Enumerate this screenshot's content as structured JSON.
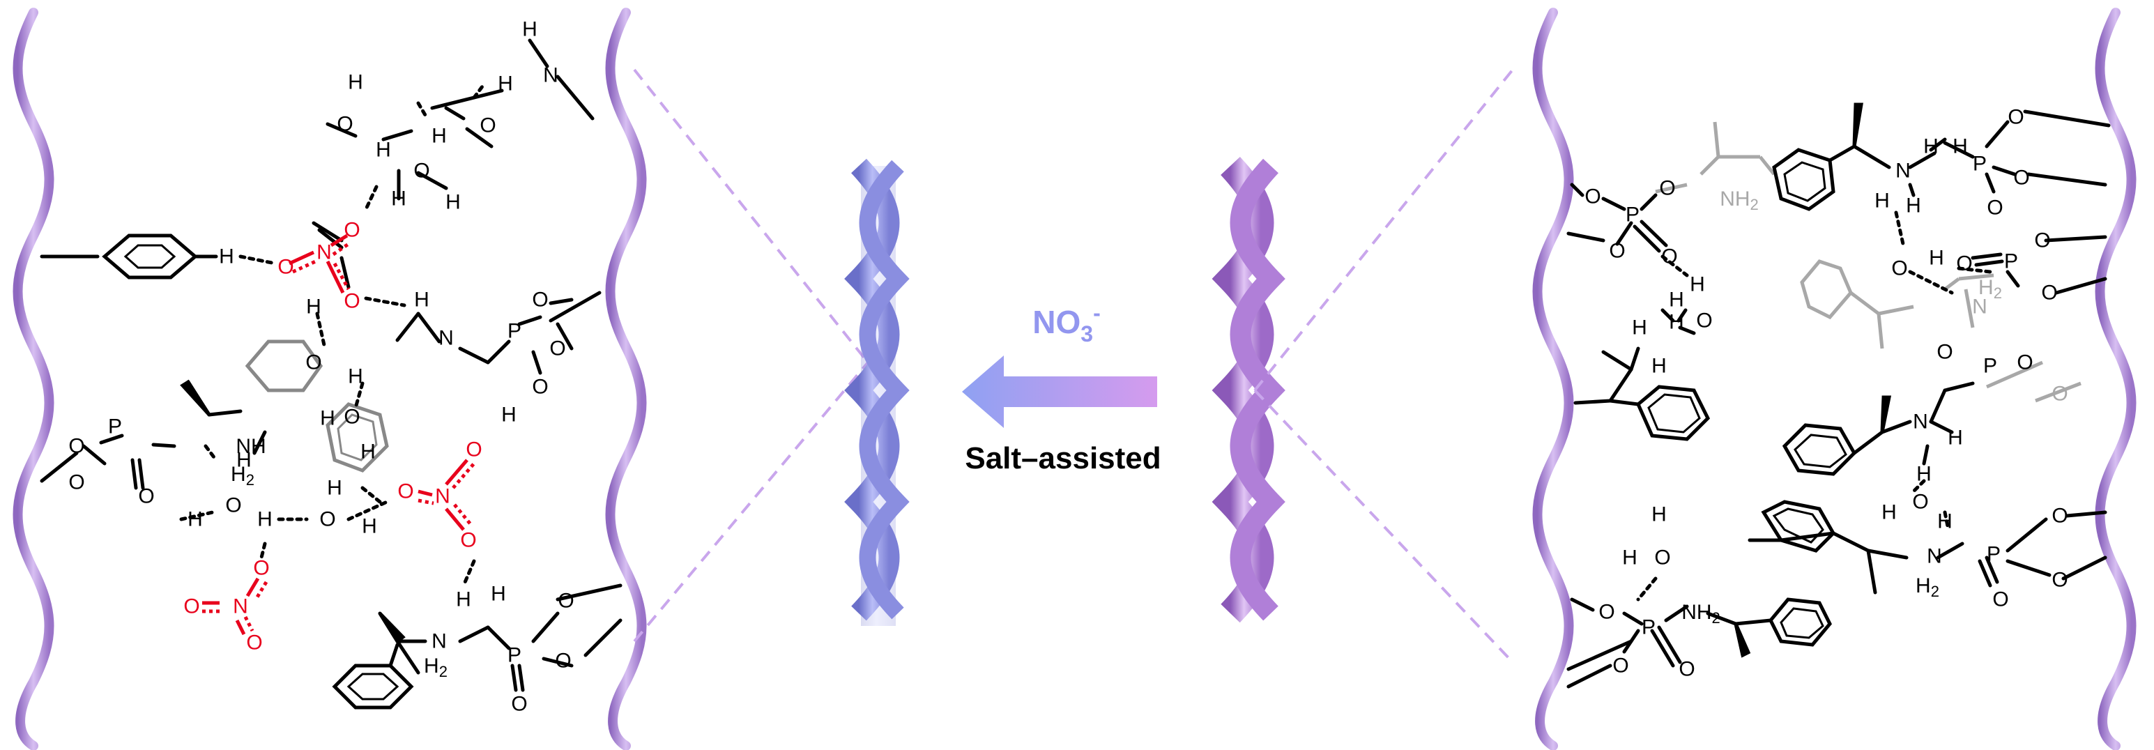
{
  "center": {
    "ion_label": "NO",
    "ion_sub": "3",
    "ion_sup": "-",
    "caption": "Salt–assisted"
  },
  "atoms": {
    "H": "H",
    "O": "O",
    "N": "N",
    "P": "P",
    "NH2_N": "NH",
    "NH2_sub": "2",
    "H2_H": "H",
    "H2_sub": "2"
  },
  "colors": {
    "helix_left": "#9aa0ef",
    "helix_right": "#c49be8",
    "chain": "#b998df",
    "nitrate": "#e8001c",
    "faded": "#a8a8a8",
    "dash": "#c9a6ec"
  }
}
